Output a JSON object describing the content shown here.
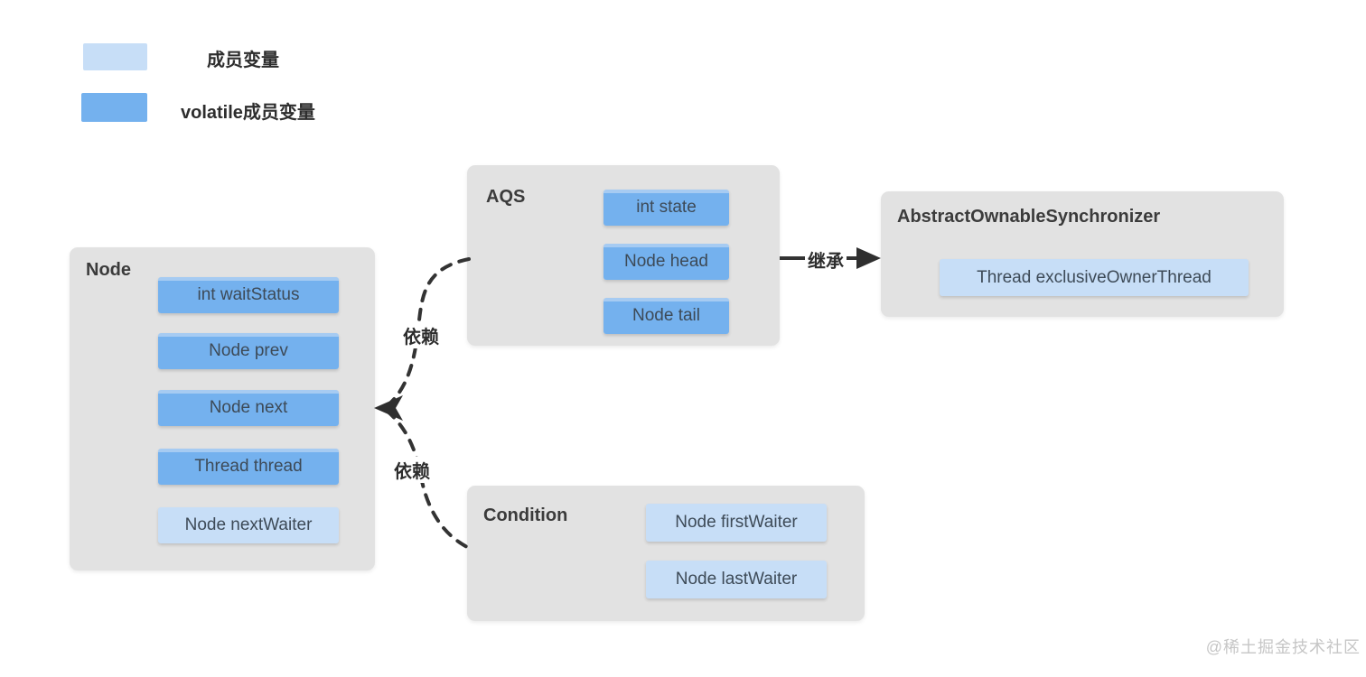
{
  "colors": {
    "member_variable_fill": "#c7def7",
    "volatile_variable_fill": "#74b1ee",
    "class_container_fill": "#e2e2e2",
    "arrow_stroke": "#333333",
    "field_text": "#3d4a57",
    "title_text": "#3b3b3b",
    "watermark_text": "#c6c6c6"
  },
  "legend": {
    "member_label": "成员变量",
    "volatile_label": "volatile成员变量"
  },
  "classes": {
    "node": {
      "title": "Node",
      "fields": [
        {
          "label": "int waitStatus",
          "volatile": true
        },
        {
          "label": "Node prev",
          "volatile": true
        },
        {
          "label": "Node next",
          "volatile": true
        },
        {
          "label": "Thread thread",
          "volatile": true
        },
        {
          "label": "Node nextWaiter",
          "volatile": false
        }
      ]
    },
    "aqs": {
      "title": "AQS",
      "fields": [
        {
          "label": "int state",
          "volatile": true
        },
        {
          "label": "Node head",
          "volatile": true
        },
        {
          "label": "Node tail",
          "volatile": true
        }
      ]
    },
    "abstract_ownable_synchronizer": {
      "title": "AbstractOwnableSynchronizer",
      "fields": [
        {
          "label": "Thread exclusiveOwnerThread",
          "volatile": false
        }
      ]
    },
    "condition": {
      "title": "Condition",
      "fields": [
        {
          "label": "Node firstWaiter",
          "volatile": false
        },
        {
          "label": "Node lastWaiter",
          "volatile": false
        }
      ]
    }
  },
  "edges": {
    "aqs_to_node_label": "依赖",
    "condition_to_node_label": "依赖",
    "aqs_to_aos_label": "继承"
  },
  "watermark": "@稀土掘金技术社区"
}
